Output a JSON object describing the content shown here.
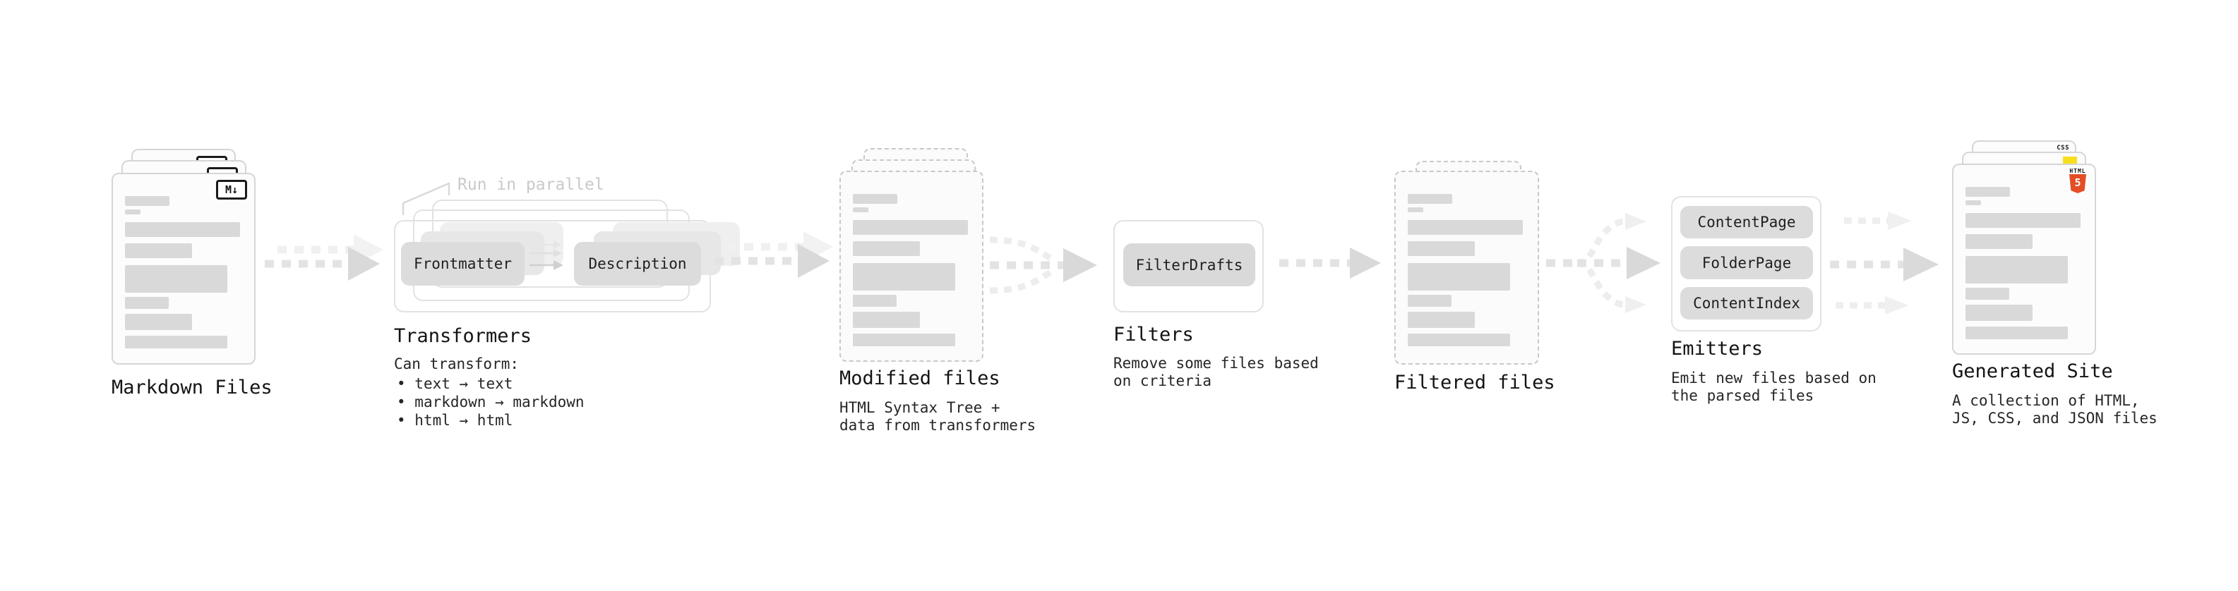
{
  "colors": {
    "accent_html5": "#e44d26",
    "accent_js": "#f7df1e",
    "accent_css": "#2965f1",
    "bar_gray": "#d9d9d9",
    "pill_gray": "#dcdcdc",
    "arrow_gray": "#e3e3e3",
    "title_text": "#141414",
    "callout_text": "#c9c9c9"
  },
  "stages": {
    "markdown_files": {
      "title": "Markdown Files",
      "badge": "M↓"
    },
    "transformers": {
      "title": "Transformers",
      "callout": "Run in parallel",
      "pill_left": "Frontmatter",
      "pill_right": "Description",
      "subtitle": "Can transform:",
      "bullets": [
        "text → text",
        "markdown → markdown",
        "html → html"
      ]
    },
    "modified_files": {
      "title": "Modified files",
      "subtitle": "HTML Syntax Tree +\ndata from transformers"
    },
    "filters": {
      "title": "Filters",
      "pill": "FilterDrafts",
      "subtitle": "Remove some files based\non criteria"
    },
    "filtered_files": {
      "title": "Filtered files"
    },
    "emitters": {
      "title": "Emitters",
      "pills": [
        "ContentPage",
        "FolderPage",
        "ContentIndex"
      ],
      "subtitle": "Emit new files based on\nthe parsed files"
    },
    "generated_site": {
      "title": "Generated Site",
      "subtitle": "A collection of HTML,\nJS, CSS, and JSON files",
      "badge_css": "CSS",
      "badge_html_label": "HTML",
      "badge_html_number": "5"
    }
  }
}
